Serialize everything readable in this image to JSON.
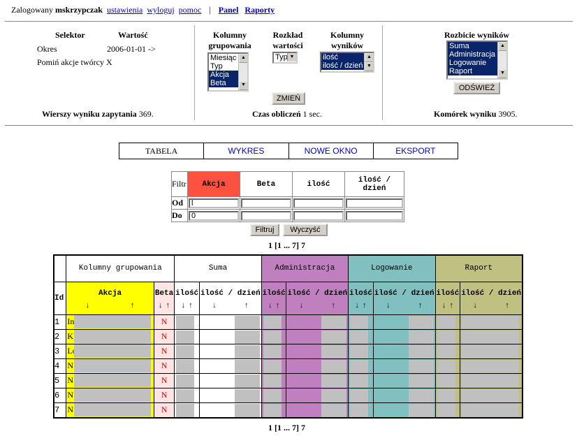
{
  "topbar": {
    "logged_label": "Zalogowany",
    "user": "mskrzypczak",
    "links": [
      "ustawienia",
      "wyloguj",
      "pomoc"
    ],
    "separator": "|",
    "nav": [
      "Panel",
      "Raporty"
    ]
  },
  "selector": {
    "col_selector": "Selektor",
    "col_value": "Wartość",
    "rows": [
      {
        "name": "Okres",
        "value": "2006-01-01 ->"
      },
      {
        "name": "Pomiń akcje twórcy",
        "value": "X"
      }
    ],
    "summary_label": "Wierszy wyniku zapytania",
    "summary_value": "369."
  },
  "middle": {
    "group_cols_label": "Kolumny grupowania",
    "group_cols_options": [
      "Miesiąc",
      "Typ",
      "Akcja",
      "Beta"
    ],
    "group_cols_selected": [
      2,
      3
    ],
    "distribution_label": "Rozkład wartości",
    "distribution_value": "Typ",
    "result_cols_label": "Kolumny wyników",
    "result_cols_options": [
      "ilość",
      "ilość / dzień"
    ],
    "change_button": "ZMIEŃ",
    "time_label": "Czas obliczeń",
    "time_value": "1 sec."
  },
  "right": {
    "breakdown_label": "Rozbicie wyników",
    "breakdown_options": [
      "Suma",
      "Administracja",
      "Logowanie",
      "Raport"
    ],
    "refresh_button": "ODŚWIEŻ",
    "cells_label": "Komórek wyniku",
    "cells_value": "3905."
  },
  "tabs": [
    "TABELA",
    "WYKRES",
    "NOWE OKNO",
    "EKSPORT"
  ],
  "filter": {
    "corner": "Filtr",
    "headers": [
      "Akcja",
      "Beta",
      "ilość",
      "ilość / dzień"
    ],
    "row_from": "Od",
    "row_to": "Do",
    "from_values": [
      "l",
      "",
      "",
      ""
    ],
    "to_values": [
      "0",
      "",
      "",
      ""
    ],
    "filter_button": "Filtruj",
    "clear_button": "Wyczyść"
  },
  "pagination": "1 [1 ... 7] 7",
  "results": {
    "id_header": "Id",
    "group_header": "Kolumny grupowania",
    "sections": [
      "Suma",
      "Administracja",
      "Logowanie",
      "Raport"
    ],
    "col_akcja": "Akcja",
    "col_beta": "Beta",
    "col_ilosc": "ilość",
    "col_ilosc_dzien": "ilość / dzień",
    "sort_down": "↓",
    "sort_up": "↑",
    "rows": [
      {
        "id": "1",
        "akcja": "In",
        "beta": "N"
      },
      {
        "id": "2",
        "akcja": "K",
        "beta": "N"
      },
      {
        "id": "3",
        "akcja": "Lo",
        "beta": "N"
      },
      {
        "id": "4",
        "akcja": "N",
        "beta": "N"
      },
      {
        "id": "5",
        "akcja": "N",
        "beta": "N"
      },
      {
        "id": "6",
        "akcja": "N",
        "beta": "N"
      },
      {
        "id": "7",
        "akcja": "N",
        "beta": "N"
      }
    ]
  },
  "colors": {
    "akcja": "#ffff00",
    "beta": "#ffe4e4",
    "admin": "#c080c0",
    "logowanie": "#80c0c0",
    "raport": "#c0c080",
    "filter_active": "#ff5040",
    "redacted": "#c0c0c0"
  }
}
